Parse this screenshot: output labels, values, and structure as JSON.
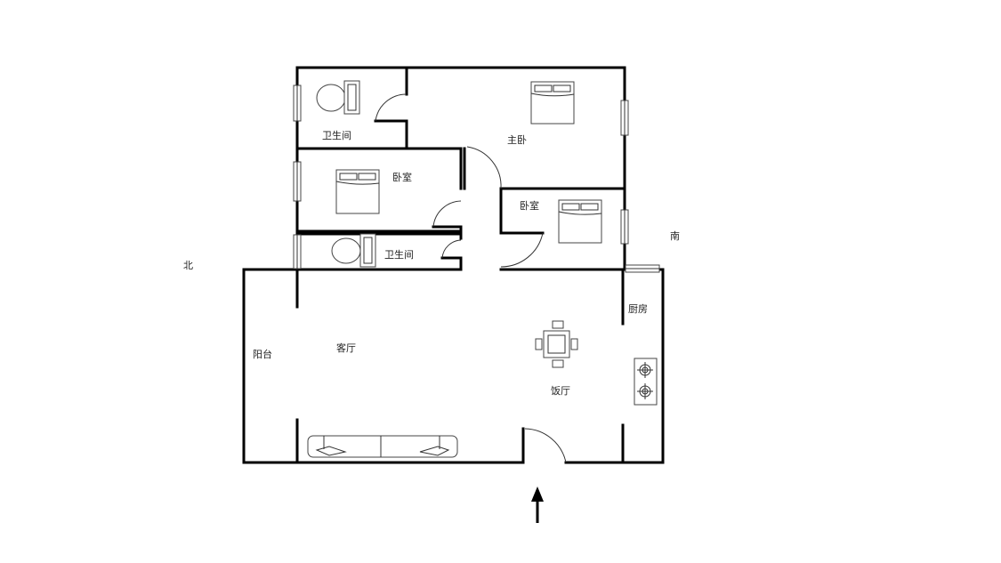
{
  "rooms": {
    "bathroom_top": "卫生间",
    "master_bedroom": "主卧",
    "bedroom_left": "卧室",
    "bedroom_right": "卧室",
    "bathroom_bottom": "卫生间",
    "living_room": "客厅",
    "balcony": "阳台",
    "kitchen": "厨房",
    "dining_room": "饭厅"
  },
  "compass": {
    "south": "南",
    "north": "北"
  },
  "icons": [
    "entrance-arrow-icon",
    "bed-icon",
    "toilet-icon",
    "dining-table-icon",
    "stove-icon",
    "sofa-icon",
    "window-icon",
    "door-swing-icon"
  ]
}
